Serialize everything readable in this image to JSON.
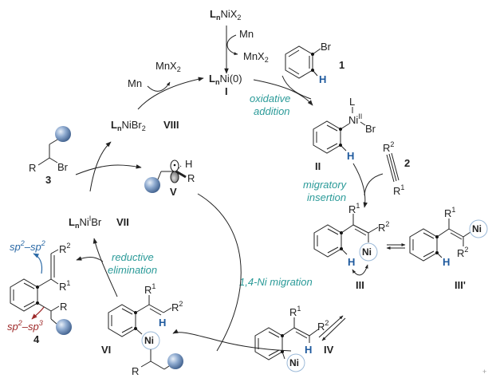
{
  "colors": {
    "step_label": "#2a9a98",
    "hydrogen": "#1f5a9e",
    "ni_circle": "#9bb9d8",
    "sp2_sp2": "#2c6aa6",
    "sp2_sp3": "#9e2a2a",
    "sphere": "#7f9ec4"
  },
  "precatalyst": {
    "prefix": "L",
    "sub_n": "n",
    "text": "NiX",
    "sub": "2"
  },
  "reductant_top": {
    "mn": "Mn",
    "mnx2": "MnX",
    "mnx2_sub": "2"
  },
  "cat_I": {
    "prefix": "L",
    "sub_n": "n",
    "text": "Ni(0)",
    "label": "I"
  },
  "substrate_1": {
    "br": "Br",
    "h": "H",
    "label": "1"
  },
  "step_oxidative": {
    "line1": "oxidative",
    "line2": "addition"
  },
  "int_II": {
    "l": "L",
    "ni": "Ni",
    "ni_sup": "II",
    "br": "Br",
    "h": "H",
    "label": "II"
  },
  "alkyne_2": {
    "r2": "R",
    "r2_sup": "2",
    "r1": "R",
    "r1_sup": "1",
    "label": "2"
  },
  "step_migratory": {
    "line1": "migratory",
    "line2": "insertion"
  },
  "int_III": {
    "r1": "R",
    "r1_sup": "1",
    "r2": "R",
    "r2_sup": "2",
    "ni": "Ni",
    "h": "H",
    "label": "III"
  },
  "int_III_prime": {
    "r1": "R",
    "r1_sup": "1",
    "r2": "R",
    "r2_sup": "2",
    "ni": "Ni",
    "h": "H",
    "label": "III'"
  },
  "step_migration": {
    "text": "1,4-Ni migration"
  },
  "int_IV": {
    "r1": "R",
    "r1_sup": "1",
    "r2": "R",
    "r2_sup": "2",
    "ni": "Ni",
    "h": "H",
    "label": "IV"
  },
  "int_V": {
    "h": "H",
    "r": "R",
    "label": "V"
  },
  "substrate_3": {
    "r": "R",
    "br": "Br",
    "label": "3"
  },
  "int_VI": {
    "r1": "R",
    "r1_sup": "1",
    "r2": "R",
    "r2_sup": "2",
    "ni": "Ni",
    "h": "H",
    "r": "R",
    "label": "VI"
  },
  "step_reductive": {
    "line1": "reductive",
    "line2": "elimination"
  },
  "int_VII": {
    "prefix": "L",
    "sub_n": "n",
    "ni": "Ni",
    "ni_sup": "I",
    "br": "Br",
    "label": "VII"
  },
  "int_VIII": {
    "prefix": "L",
    "sub_n": "n",
    "text": "NiBr",
    "sub": "2",
    "label": "VIII"
  },
  "reductant_left": {
    "mn": "Mn",
    "mnx2": "MnX",
    "mnx2_sub": "2"
  },
  "product_4": {
    "r2": "R",
    "r2_sup": "2",
    "r1": "R",
    "r1_sup": "1",
    "r": "R",
    "label": "4",
    "bond_sp2sp2": {
      "a": "sp",
      "a_sup": "2",
      "dash": "–",
      "b": "sp",
      "b_sup": "2"
    },
    "bond_sp2sp3": {
      "a": "sp",
      "a_sup": "2",
      "dash": "–",
      "b": "sp",
      "b_sup": "3"
    }
  },
  "corner_mark": "+"
}
